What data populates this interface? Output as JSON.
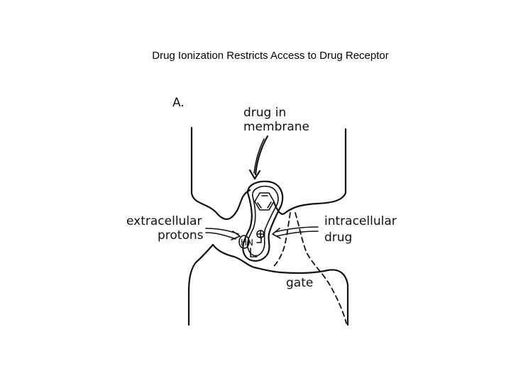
{
  "title": "Drug Ionization Restricts Access to Drug Receptor",
  "diagram": {
    "panel_label": "A.",
    "labels": {
      "drug_in_membrane_line1": "drug in",
      "drug_in_membrane_line2": "membrane",
      "extracellular_line1": "extracellular",
      "extracellular_line2": "protons",
      "intracellular_line1": "intracellular",
      "intracellular_line2": "drug",
      "gate": "gate"
    },
    "molecule": {
      "ammonium_charge": "⊕",
      "nitrogen_label": "HN"
    }
  }
}
